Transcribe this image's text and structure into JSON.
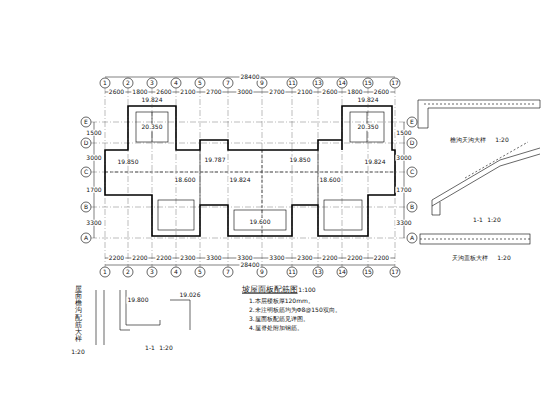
{
  "diagram": {
    "title": "坡屋面板配筋图",
    "labels": [
      "1",
      "2",
      "3",
      "4",
      "5",
      "7",
      "9",
      "11",
      "13",
      "14",
      "15",
      "17",
      "1",
      "2",
      "3",
      "4",
      "5",
      "7",
      "9",
      "11",
      "13",
      "14",
      "15",
      "17",
      "E",
      "D",
      "C",
      "B",
      "A",
      "E",
      "D",
      "C",
      "B",
      "A",
      "2600",
      "1800",
      "2600",
      "2100",
      "2700",
      "3000",
      "2700",
      "2100",
      "2600",
      "1800",
      "2600",
      "28400",
      "2200",
      "2200",
      "2200",
      "2300",
      "3300",
      "3300",
      "3300",
      "2300",
      "2200",
      "2200",
      "2200",
      "28400",
      "1500",
      "3000",
      "1700",
      "3300",
      "1500",
      "3000",
      "1700",
      "3300",
      "19.824",
      "20.350",
      "19.824",
      "20.350",
      "19.850",
      "18.600",
      "19.787",
      "19.824",
      "19.850",
      "18.600",
      "19.600",
      "19.824",
      "1:100",
      "1.本层楼板厚120mm。",
      "2.未注明板筋均为Φ8@150双向。",
      "3.屋面板配筋见详图。",
      "4.屋脊处附加钢筋。",
      "屋面檐沟配筋大样",
      "19.800",
      "1:20",
      "19.026",
      "1-1",
      "1:20",
      "檐沟天沟大样",
      "1:20",
      "1-1",
      "1:20",
      "天沟盖板大样",
      "1:20"
    ]
  }
}
